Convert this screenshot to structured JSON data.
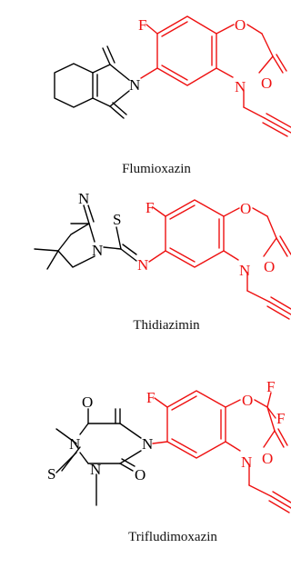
{
  "compounds": [
    {
      "name": "Flumioxazin",
      "atoms": {
        "f": "F",
        "o_ring": "O",
        "n_ring": "N",
        "o_carbonyl": "O",
        "n_imide": "N"
      }
    },
    {
      "name": "Thidiazimin",
      "atoms": {
        "f": "F",
        "o_ring": "O",
        "n_ring": "N",
        "o_carbonyl": "O",
        "n_imine": "N",
        "n1": "N",
        "s": "S",
        "n2": "N"
      }
    },
    {
      "name": "Trifludimoxazin",
      "atoms": {
        "f": "F",
        "o_ring": "O",
        "f2": "F",
        "f3": "F",
        "n_ring": "N",
        "o_carbonyl": "O",
        "n_a": "N",
        "n_b": "N",
        "n_c": "N",
        "o1": "O",
        "o2": "O",
        "s": "S"
      }
    }
  ],
  "colors": {
    "highlight": "#ee1111",
    "default": "#000000"
  }
}
